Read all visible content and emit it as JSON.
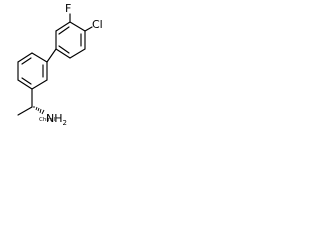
{
  "molecule": {
    "atoms": {
      "fluorine": "F",
      "chlorine": "Cl",
      "amine": "NH",
      "amine_subscript": "2",
      "stereo_hashed_label": "Chiral"
    },
    "colors": {
      "bond": "#000000",
      "text": "#000000",
      "background": "#ffffff"
    }
  }
}
